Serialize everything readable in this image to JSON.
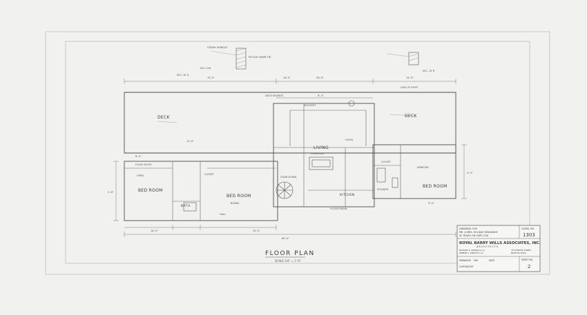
{
  "drawing": {
    "title": "FLOOR PLAN",
    "scale": "SCALE 1/4\" = 1'-0\"",
    "rooms": {
      "living": "LIVING",
      "bed_room_left": "BED ROOM",
      "bed_room_center": "BED ROOM",
      "bed_room_right": "BED ROOM",
      "bath": "BATH",
      "kitchen": "KITCHEN",
      "deck_left": "DECK",
      "deck_right": "DECK"
    },
    "sections": {
      "a": "SEC. AT A",
      "b": "SEC. AT B"
    },
    "notes": {
      "n1": "ROUGH SAWN FIR",
      "n2": "CEDAR SHINGLE",
      "n3": "SILL 2x6",
      "n4": "LINE OF ROOF",
      "n5": "FLUSH DOOR",
      "n6": "STAIR DOWN",
      "n7": "FIREPLACE",
      "n8": "FLOOR DRAIN",
      "n9": "CLOSET",
      "n10": "HOOD",
      "n11": "SKYLIGHT",
      "n12": "WINDOW",
      "n13": "CLOSET",
      "n14": "DECK BOARDS",
      "n15": "SHOWER",
      "n16": "HALL",
      "n17": "OPEN",
      "n18": "BUNKS"
    },
    "dims": {
      "overall": "80'-0\"",
      "d1": "16'-0\"",
      "d2": "26'-0\"",
      "d3": "14'-0\"",
      "d4": "10'-0\"",
      "d5": "6'-0\"",
      "d6": "12'-0\"",
      "d7": "8'-0\"",
      "d8": "18'-0\"",
      "d9": "24'-0\"",
      "d10": "2'-6\"",
      "d11": "4'-0\"",
      "d12": "3'-0\""
    }
  },
  "title_block": {
    "drawing_for": "DRAWING FOR",
    "project_line1": "MR. & MRS. HOLIDAY RESIDENCE",
    "project_line2": "AT TRURO ON CAPE COD",
    "comm_label": "COMM. NO.",
    "comm_no": "1303",
    "firm": "ROYAL BARRY WILLS ASSOCIATES, INC.",
    "firm_sub": "A R C H I T E C T S",
    "partners_left": "RICHARD S. GEORGE A.I.A.",
    "partners_left2": "ROBERT A. WRIGHT A.I.A.",
    "partners_right": "44 CHARLES STREET",
    "partners_right2": "BOSTON, MASS.",
    "drawn_by_label": "DRAWN BY",
    "drawn_by": "DM",
    "date_label": "DATE",
    "checked_by_label": "CHECKED BY",
    "sheet_label": "SHEET NO.",
    "sheet_no": "2"
  }
}
